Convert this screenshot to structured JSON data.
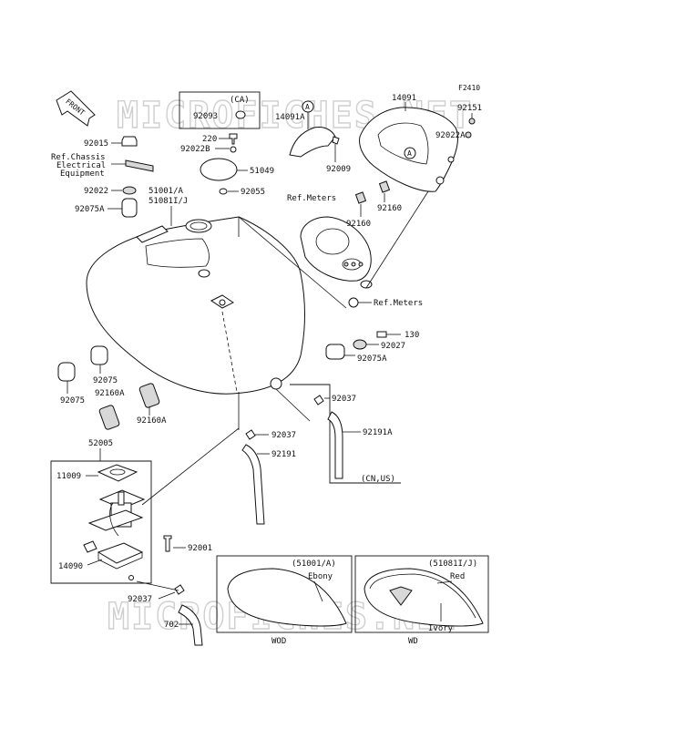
{
  "figure_code": "F2410",
  "front_label": "FRONT",
  "watermarks": [
    "MICROFICHES.NET",
    "MICROFICHES.NET"
  ],
  "callouts": {
    "ca_region": "(CA)",
    "p92093": "92093",
    "p220": "220",
    "p92022B": "92022B",
    "p92015": "92015",
    "ref_chassis_1": "Ref.Chassis",
    "ref_chassis_2": "Electrical",
    "ref_chassis_3": "Equipment",
    "p92022": "92022",
    "p92075A_left": "92075A",
    "p51001A_51081J_1": "51001/A",
    "p51001A_51081J_2": "51081I/J",
    "p51049": "51049",
    "p92055": "92055",
    "p14091A": "14091A",
    "p92009": "92009",
    "circle_a1": "A",
    "circle_a2": "A",
    "p14091": "14091",
    "p92151": "92151",
    "p92022A": "92022A",
    "ref_meters_top": "Ref.Meters",
    "p92160_1": "92160",
    "p92160_2": "92160",
    "ref_meters_bottom": "Ref.Meters",
    "p130": "130",
    "p92027": "92027",
    "p92075A_right": "92075A",
    "p92037_right": "92037",
    "p92191A": "92191A",
    "cn_us": "(CN,US)",
    "p92075_1": "92075",
    "p92075_2": "92075",
    "p92160A_1": "92160A",
    "p92160A_2": "92160A",
    "p92037_mid": "92037",
    "p92191": "92191",
    "p52005": "52005",
    "p11009": "11009",
    "p14090": "14090",
    "p92001": "92001",
    "p92037_bottom": "92037",
    "p702": "702"
  },
  "variants": {
    "left_part": "(51001/A)",
    "left_color": "Ebony",
    "left_code": "WOD",
    "right_part": "(51081I/J)",
    "right_color_top": "Red",
    "right_color_bottom": "Ivory",
    "right_code": "WD"
  },
  "colors": {
    "ink": "#111111",
    "watermark": "#cfcfcf",
    "background": "#ffffff"
  }
}
